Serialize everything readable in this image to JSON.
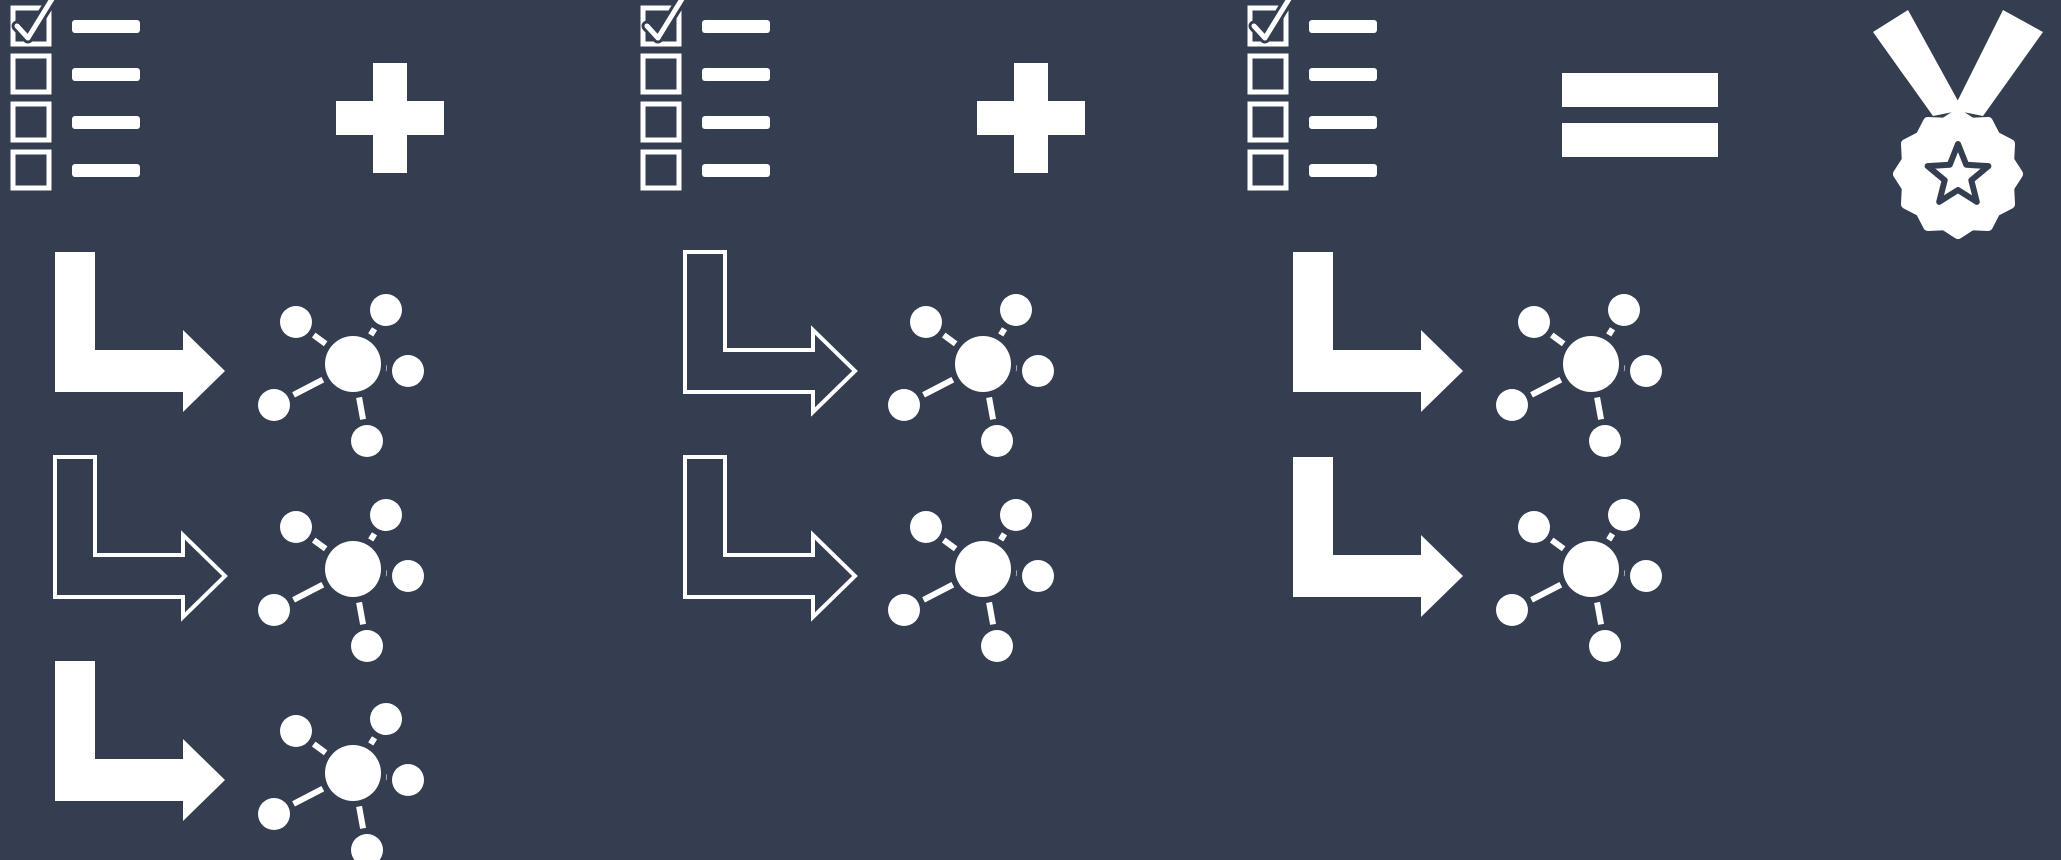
{
  "colors": {
    "background": "#343e50",
    "foreground": "#ffffff"
  },
  "icons": {
    "checklist": "checklist-icon",
    "plus": "plus-icon",
    "equals": "equals-icon",
    "medal": "medal-icon",
    "arrow_filled": "filled-turn-arrow-icon",
    "arrow_outline": "outline-turn-arrow-icon",
    "network": "network-hub-icon"
  },
  "equation": [
    "checklist",
    "plus",
    "checklist",
    "plus",
    "checklist",
    "equals",
    "medal"
  ],
  "columns": [
    {
      "rows": [
        {
          "arrow": "filled"
        },
        {
          "arrow": "outline"
        },
        {
          "arrow": "filled"
        }
      ]
    },
    {
      "rows": [
        {
          "arrow": "outline"
        },
        {
          "arrow": "outline"
        }
      ]
    },
    {
      "rows": [
        {
          "arrow": "filled"
        },
        {
          "arrow": "filled"
        }
      ]
    }
  ]
}
